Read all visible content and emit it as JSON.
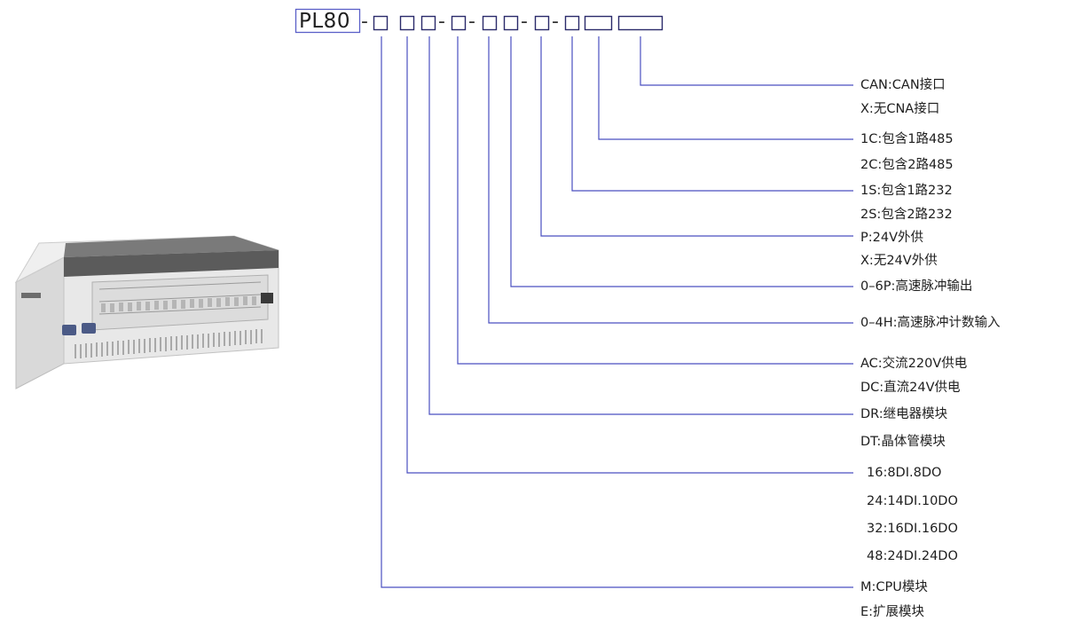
{
  "model": {
    "prefix": "PL80",
    "separator": "-"
  },
  "options": [
    {
      "id": "can",
      "lines": [
        "CAN:CAN接口",
        "X:无CNA接口"
      ]
    },
    {
      "id": "rs485",
      "lines": [
        "1C:包含1路485",
        "2C:包含2路485"
      ]
    },
    {
      "id": "rs232",
      "lines": [
        "1S:包含1路232",
        "2S:包含2路232"
      ]
    },
    {
      "id": "power24",
      "lines": [
        "P:24V外供",
        "X:无24V外供"
      ]
    },
    {
      "id": "pulse-out",
      "lines": [
        "0–6P:高速脉冲输出"
      ]
    },
    {
      "id": "pulse-count",
      "lines": [
        "0–4H:高速脉冲计数输入"
      ]
    },
    {
      "id": "supply",
      "lines": [
        "AC:交流220V供电",
        "DC:直流24V供电"
      ]
    },
    {
      "id": "output-type",
      "lines": [
        "DR:继电器模块",
        "DT:晶体管模块"
      ]
    },
    {
      "id": "io-points",
      "lines": [
        "16:8DI.8DO",
        "24:14DI.10DO",
        "32:16DI.16DO",
        "48:24DI.24DO"
      ]
    },
    {
      "id": "module-type",
      "lines": [
        "M:CPU模块",
        "E:扩展模块"
      ]
    }
  ],
  "colors": {
    "line": "#4a4fc0",
    "box": "#2a2a6a",
    "text": "#1e1e1e"
  },
  "images": {
    "product": "plc-controller-photo"
  }
}
